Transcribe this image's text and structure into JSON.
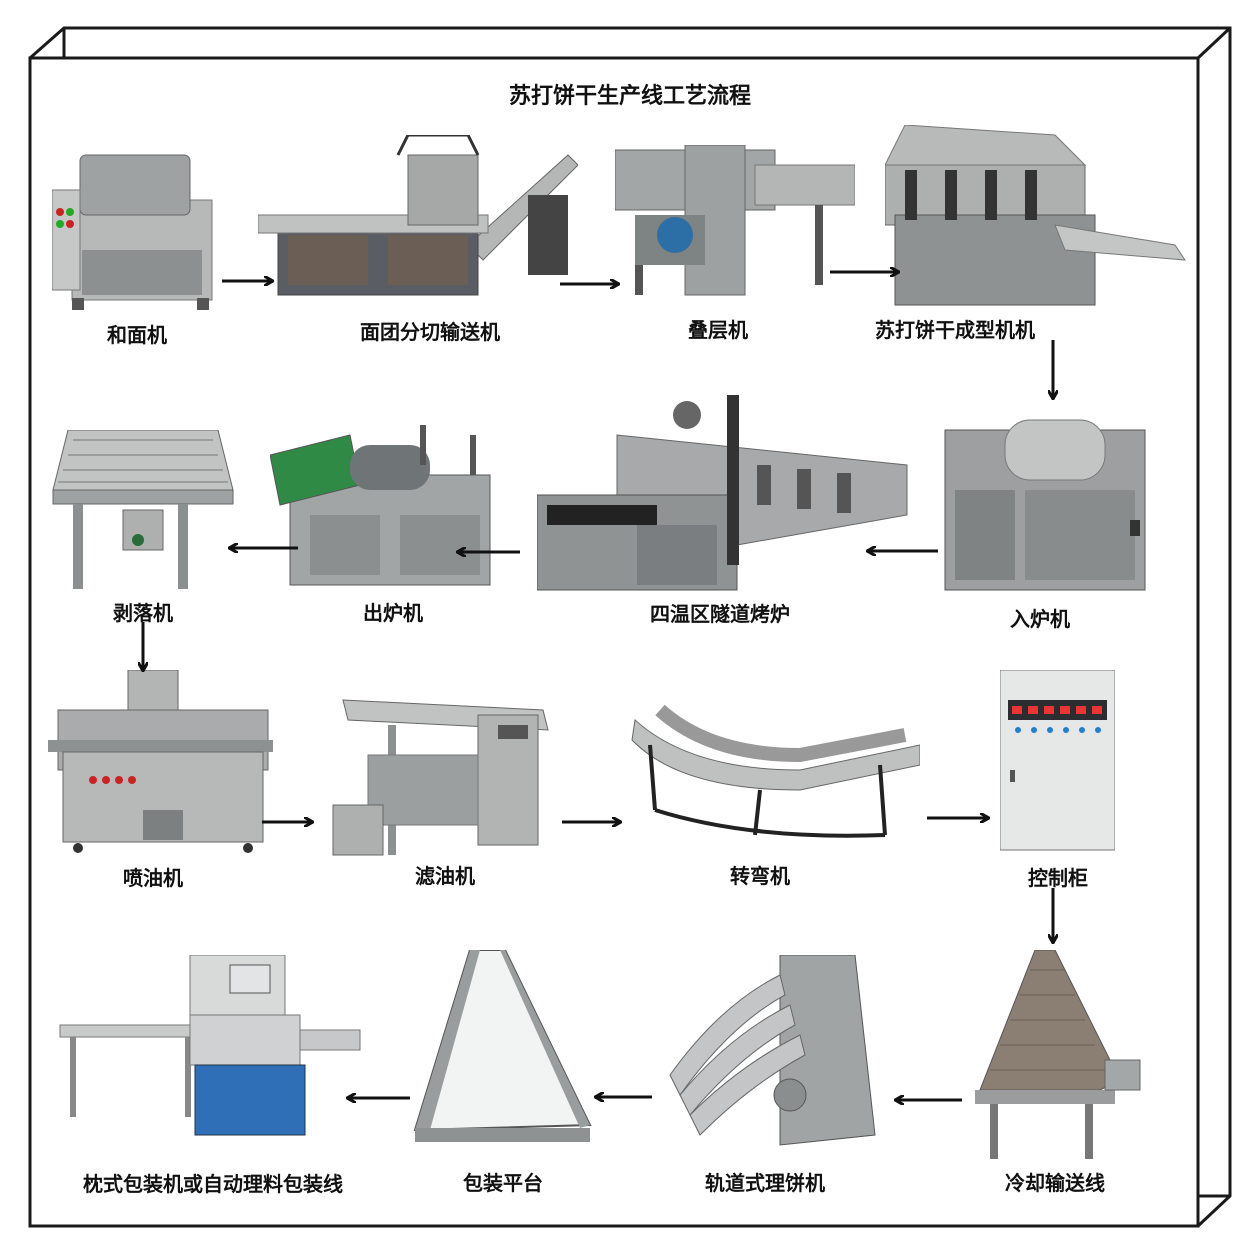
{
  "title": "苏打饼干生产线工艺流程",
  "colors": {
    "frame": "#1a1a1a",
    "steel": "#a9abab",
    "steel_dark": "#6f7272",
    "panel": "#4a4e55",
    "blue": "#2f6fb8",
    "arrow": "#111111"
  },
  "steps": [
    {
      "label": "和面机"
    },
    {
      "label": "面团分切输送机"
    },
    {
      "label": "叠层机"
    },
    {
      "label": "苏打饼干成型机机"
    },
    {
      "label": "入炉机"
    },
    {
      "label": "四温区隧道烤炉"
    },
    {
      "label": "出炉机"
    },
    {
      "label": "剥落机"
    },
    {
      "label": "喷油机"
    },
    {
      "label": "滤油机"
    },
    {
      "label": "转弯机"
    },
    {
      "label": "控制柜"
    },
    {
      "label": "冷却输送线"
    },
    {
      "label": "轨道式理饼机"
    },
    {
      "label": "包装平台"
    },
    {
      "label": "枕式包装机或自动理料包装线"
    }
  ]
}
